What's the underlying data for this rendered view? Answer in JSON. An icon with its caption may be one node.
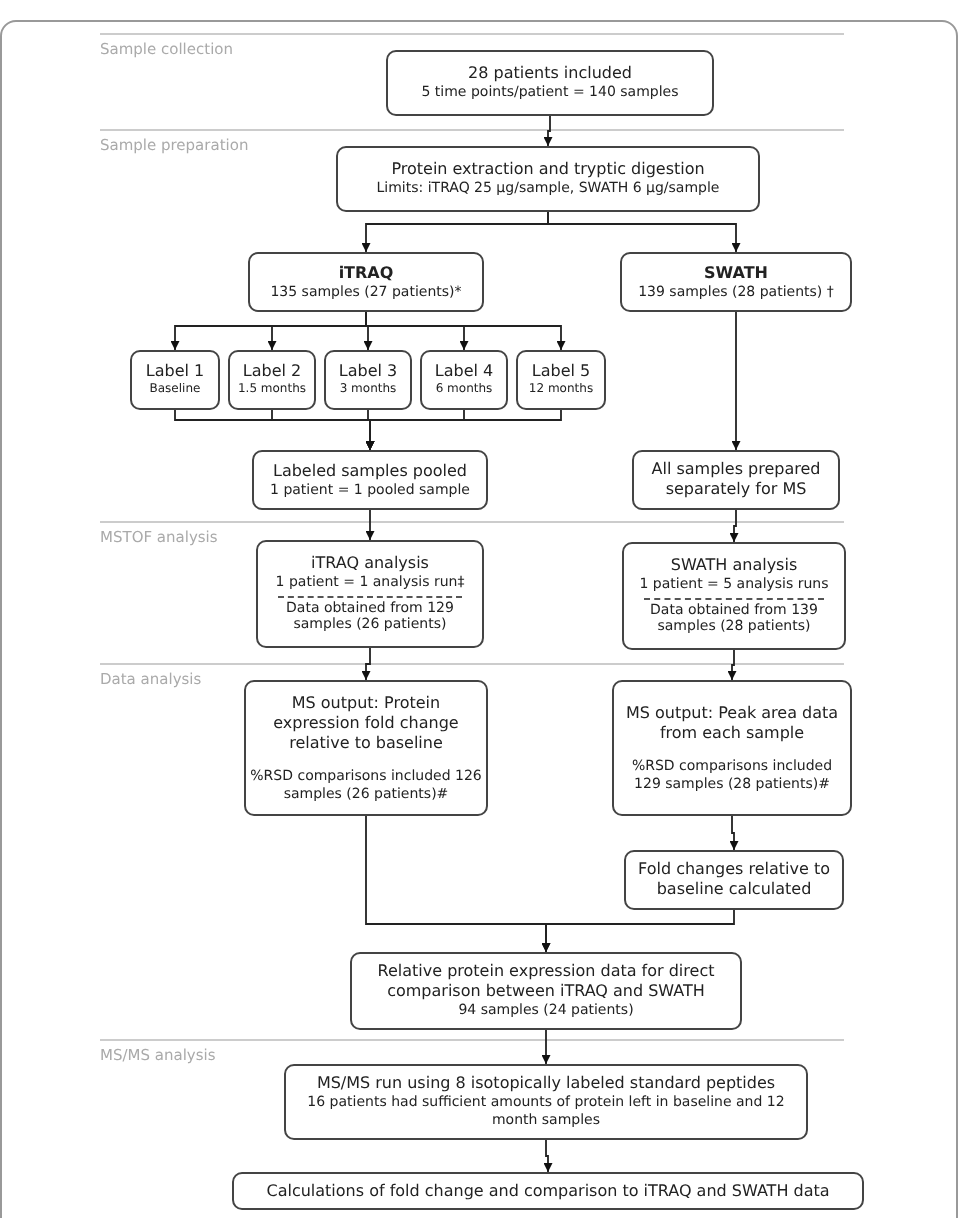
{
  "diagram": {
    "nodes": [
      {
        "text": [
          "28 patients included",
          "5 time points/patient = 140 samples"
        ]
      },
      {
        "text": [
          "Protein extraction and tryptic digestion",
          "Limits: iTRAQ 25 μg/sample, SWATH 6 μg/sample"
        ]
      },
      {
        "text": [
          "iTRAQ",
          "135 samples (27 patients)*"
        ]
      },
      {
        "text": [
          "SWATH",
          "139 samples (28 patients) †"
        ]
      },
      {
        "text": [
          "Label 1",
          "Baseline"
        ]
      },
      {
        "text": [
          "Label 2",
          "1.5 months"
        ]
      },
      {
        "text": [
          "Label 3",
          "3 months"
        ]
      },
      {
        "text": [
          "Label 4",
          "6 months"
        ]
      },
      {
        "text": [
          "Label 5",
          "12 months"
        ]
      },
      {
        "text": [
          "Labeled samples pooled",
          "1 patient = 1 pooled sample"
        ]
      },
      {
        "text": [
          "All samples prepared separately for MS"
        ]
      },
      {
        "text": [
          "iTRAQ analysis",
          "1 patient = 1 analysis run‡",
          "Data obtained from 129 samples (26 patients)"
        ]
      },
      {
        "text": [
          "SWATH analysis",
          "1 patient = 5 analysis runs",
          "Data obtained from 139 samples (28 patients)"
        ]
      },
      {
        "text": [
          "MS output: Protein expression fold change relative to baseline",
          "%RSD comparisons included 126 samples (26 patients)#"
        ]
      },
      {
        "text": [
          "MS output: Peak area data from each sample",
          "%RSD comparisons included 129 samples (28 patients)#"
        ]
      },
      {
        "text": [
          "Fold changes relative to baseline calculated"
        ]
      },
      {
        "text": [
          "Relative protein expression data for direct comparison between iTRAQ and SWATH",
          "94 samples (24 patients)"
        ]
      },
      {
        "text": [
          "MS/MS run using 8 isotopically labeled standard peptides",
          "16 patients had sufficient amounts of protein left in baseline and 12 month samples"
        ]
      },
      {
        "text": [
          "Calculations of fold change and comparison to iTRAQ and SWATH data"
        ]
      }
    ],
    "edges": [
      {
        "from": 0,
        "to": 1,
        "arrow": "to"
      },
      {
        "from": 1,
        "to": 2,
        "arrow": "to"
      },
      {
        "from": 1,
        "to": 3,
        "arrow": "to"
      },
      {
        "from": 2,
        "to": 4,
        "arrow": "to"
      },
      {
        "from": 2,
        "to": 5,
        "arrow": "to"
      },
      {
        "from": 2,
        "to": 6,
        "arrow": "to"
      },
      {
        "from": 2,
        "to": 7,
        "arrow": "to"
      },
      {
        "from": 2,
        "to": 8,
        "arrow": "to"
      },
      {
        "from": 4,
        "to": 9,
        "arrow": "to"
      },
      {
        "from": 5,
        "to": 9,
        "arrow": "to"
      },
      {
        "from": 6,
        "to": 9,
        "arrow": "to"
      },
      {
        "from": 7,
        "to": 9,
        "arrow": "to"
      },
      {
        "from": 8,
        "to": 9,
        "arrow": "to"
      },
      {
        "from": 3,
        "to": 10,
        "arrow": "to"
      },
      {
        "from": 9,
        "to": 11,
        "arrow": "to"
      },
      {
        "from": 10,
        "to": 12,
        "arrow": "to"
      },
      {
        "from": 11,
        "to": 13,
        "arrow": "to"
      },
      {
        "from": 12,
        "to": 14,
        "arrow": "to"
      },
      {
        "from": 14,
        "to": 15,
        "arrow": "to"
      },
      {
        "from": 13,
        "to": 16,
        "arrow": "to"
      },
      {
        "from": 15,
        "to": 16,
        "arrow": "to"
      },
      {
        "from": 16,
        "to": 17,
        "arrow": "to"
      },
      {
        "from": 17,
        "to": 18,
        "arrow": "to"
      }
    ],
    "labels": [
      "Sample collection",
      "Sample preparation",
      "MSTOF analysis",
      "Data analysis",
      "MS/MS analysis"
    ]
  }
}
